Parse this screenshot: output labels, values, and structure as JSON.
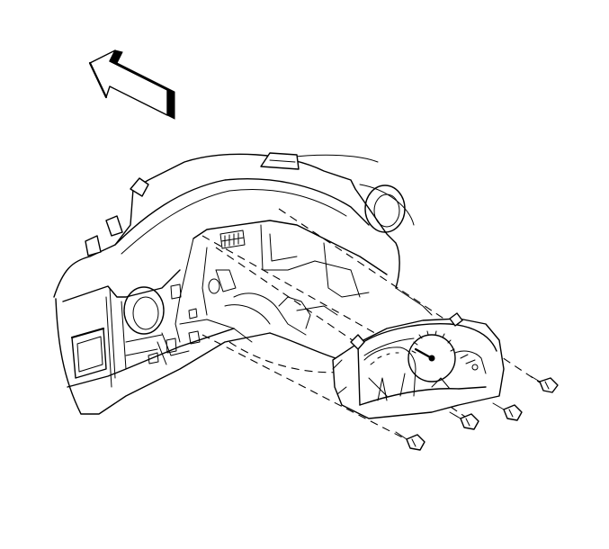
{
  "figure": {
    "description_visible_text": [],
    "icons": {
      "direction_arrow": "forward-arrow-icon",
      "instrument_panel": "instrument-panel-carrier",
      "cluster": "instrument-cluster",
      "bolts": "bolt-icon"
    },
    "bolt_count": 4,
    "colors": {
      "line": "#000000",
      "background": "#ffffff"
    }
  }
}
